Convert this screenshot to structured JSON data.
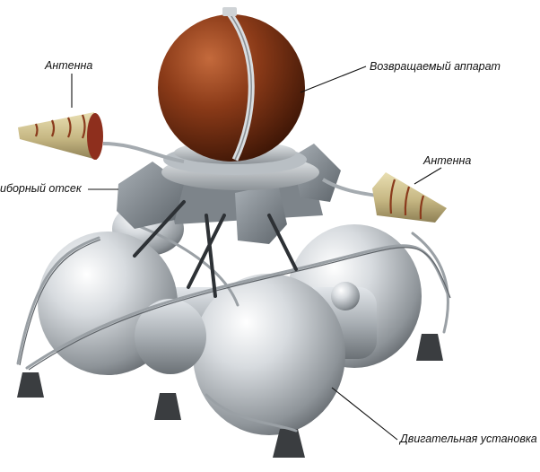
{
  "labels": {
    "antenna_left": "Антенна",
    "descent_capsule": "Возвращаемый аппарат",
    "instrument_compartment": "иборный отсек",
    "antenna_right": "Антенна",
    "propulsion_unit": "Двигательная установка"
  },
  "colors": {
    "capsule": "#7a3416",
    "tanks": "#c8cdd2",
    "antenna": "#cbbd88",
    "antenna_bands": "#8a3a1c",
    "leader_line": "#111111"
  }
}
